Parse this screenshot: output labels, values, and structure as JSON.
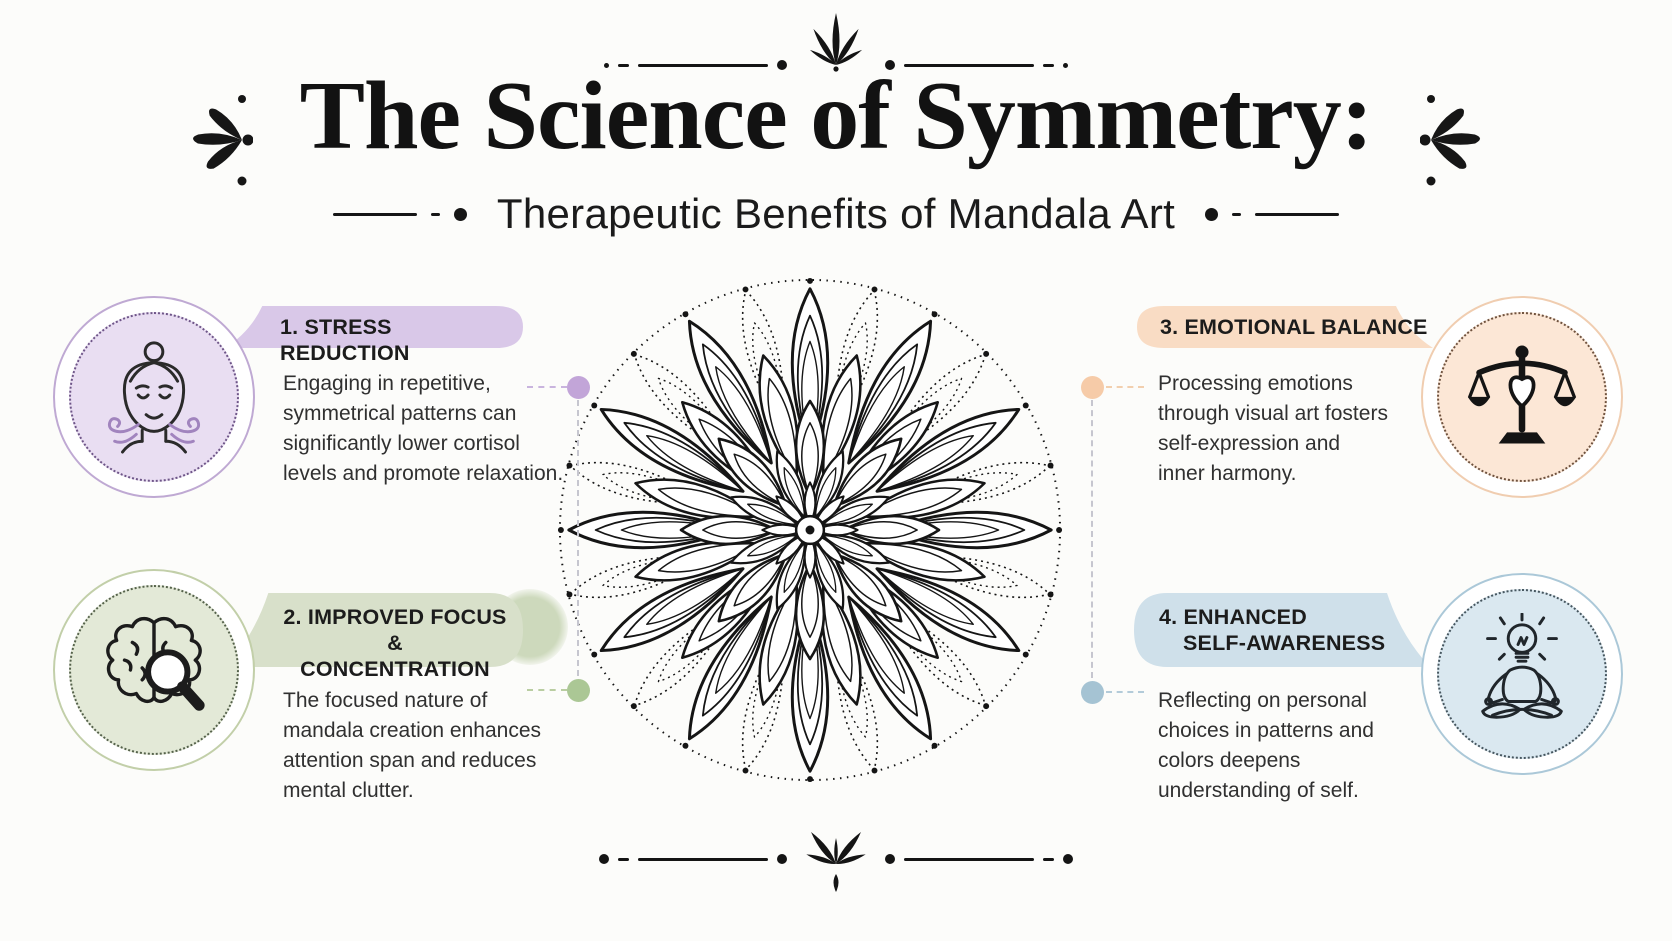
{
  "header": {
    "title": "The Science of Symmetry:",
    "subtitle": "Therapeutic Benefits of Mandala Art",
    "top_ornament": "lotus-divider",
    "bottom_ornament": "leaf-divider"
  },
  "mandala": {
    "description": "black line-art mandala in dotted circle"
  },
  "sections": [
    {
      "label_lines": [
        "1. STRESS REDUCTION"
      ],
      "body_lines": [
        "Engaging in repetitive,",
        "symmetrical patterns can",
        "significantly lower cortisol",
        "levels and promote relaxation."
      ],
      "icon": "breathing-face-icon",
      "colors": {
        "badge": "#d9c8e8",
        "circle_fill": "#e9def2",
        "circle_ring": "#bfa9d3",
        "circle_dotted": "#6e5588",
        "dot": "#c2a5d8",
        "dash": "#c9b4de"
      }
    },
    {
      "label_lines": [
        "2. IMPROVED FOCUS &",
        "CONCENTRATION"
      ],
      "body_lines": [
        "The focused nature of",
        "mandala creation enhances",
        "attention span and reduces",
        "mental clutter."
      ],
      "icon": "brain-magnifier-icon",
      "colors": {
        "badge": "#d8e0ca",
        "circle_fill": "#e3e9d7",
        "circle_ring": "#c2cfa9",
        "circle_dotted": "#55624b",
        "dot": "#abc795",
        "dash": "#b9cda1"
      }
    },
    {
      "label_lines": [
        "3. EMOTIONAL BALANCE"
      ],
      "body_lines": [
        "Processing emotions",
        "through visual art fosters",
        "self-expression and",
        "inner harmony."
      ],
      "icon": "balance-scales-heart-icon",
      "colors": {
        "badge": "#f9dcc4",
        "circle_fill": "#fce7d6",
        "circle_ring": "#f0cdb0",
        "circle_dotted": "#6f523e",
        "dot": "#f6cba8",
        "dash": "#f2cfae"
      }
    },
    {
      "label_lines": [
        "4. ENHANCED",
        "SELF-AWARENESS"
      ],
      "body_lines": [
        "Reflecting on personal",
        "choices in patterns and",
        "colors deepens",
        "understanding of self."
      ],
      "icon": "meditation-lightbulb-icon",
      "colors": {
        "badge": "#cfe0ea",
        "circle_fill": "#dae8f0",
        "circle_ring": "#abc8d8",
        "circle_dotted": "#46565f",
        "dot": "#a5c3d3",
        "dash": "#b3cbd9"
      }
    }
  ]
}
